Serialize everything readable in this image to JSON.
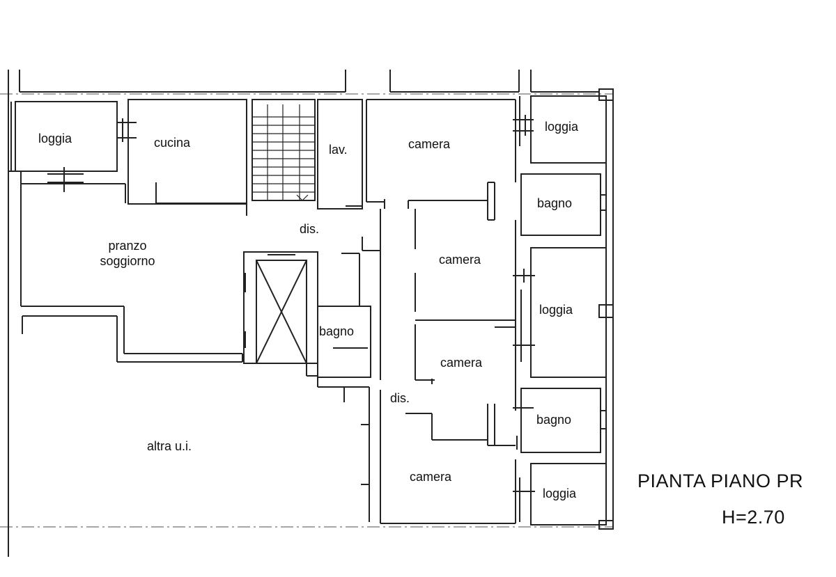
{
  "rooms": {
    "loggia_nw": "loggia",
    "cucina": "cucina",
    "lav": "lav.",
    "camera_1": "camera",
    "loggia_ne": "loggia",
    "bagno_1": "bagno",
    "dis_1": "dis.",
    "pranzo": "pranzo",
    "soggiorno": "soggiorno",
    "camera_2": "camera",
    "loggia_e": "loggia",
    "bagno_2": "bagno",
    "camera_3": "camera",
    "dis_2": "dis.",
    "bagno_3": "bagno",
    "altra_ui": "altra u.i.",
    "camera_4": "camera",
    "loggia_se": "loggia"
  },
  "caption": {
    "title": "PIANTA PIANO PR",
    "height": "H=2.70"
  },
  "colors": {
    "line": "#222222",
    "axis": "#888888",
    "background": "#ffffff"
  }
}
